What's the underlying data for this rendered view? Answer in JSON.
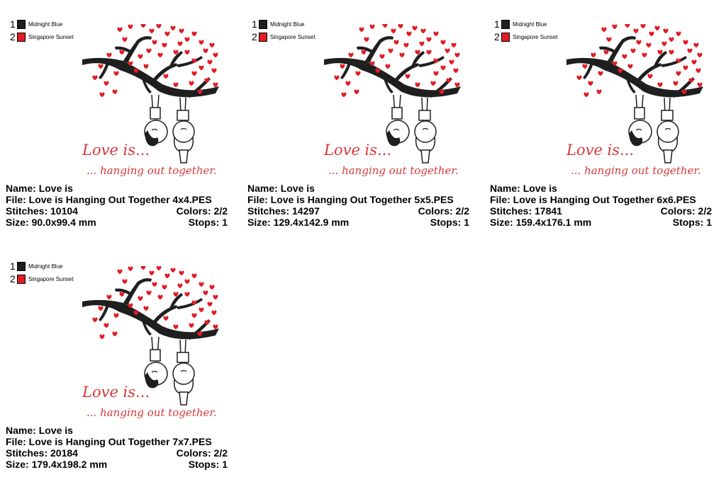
{
  "colors": {
    "thread1": "#1f1f1f",
    "thread2": "#e01c24",
    "script": "#d8383a"
  },
  "legend": [
    {
      "num": "1",
      "name": "Midnight Blue",
      "color": "#1f1f1f"
    },
    {
      "num": "2",
      "name": "Singapore Sunset",
      "color": "#e01c24"
    }
  ],
  "labels": {
    "name": "Name:",
    "file": "File:",
    "stitches": "Stitches:",
    "colors": "Colors:",
    "size": "Size:",
    "stops": "Stops:"
  },
  "artwork": {
    "line1": "Love is...",
    "line2": "... hanging out together."
  },
  "designs": [
    {
      "name": "Love is",
      "file": "Love is Hanging Out Together 4x4.PES",
      "stitches": "10104",
      "colors": "2/2",
      "size": "90.0x99.4 mm",
      "stops": "1"
    },
    {
      "name": "Love is",
      "file": "Love is Hanging Out Together 5x5.PES",
      "stitches": "14297",
      "colors": "2/2",
      "size": "129.4x142.9 mm",
      "stops": "1"
    },
    {
      "name": "Love is",
      "file": "Love is Hanging Out Together 6x6.PES",
      "stitches": "17841",
      "colors": "2/2",
      "size": "159.4x176.1 mm",
      "stops": "1"
    },
    {
      "name": "Love is",
      "file": "Love is Hanging Out Together 7x7.PES",
      "stitches": "20184",
      "colors": "2/2",
      "size": "179.4x198.2 mm",
      "stops": "1"
    }
  ]
}
